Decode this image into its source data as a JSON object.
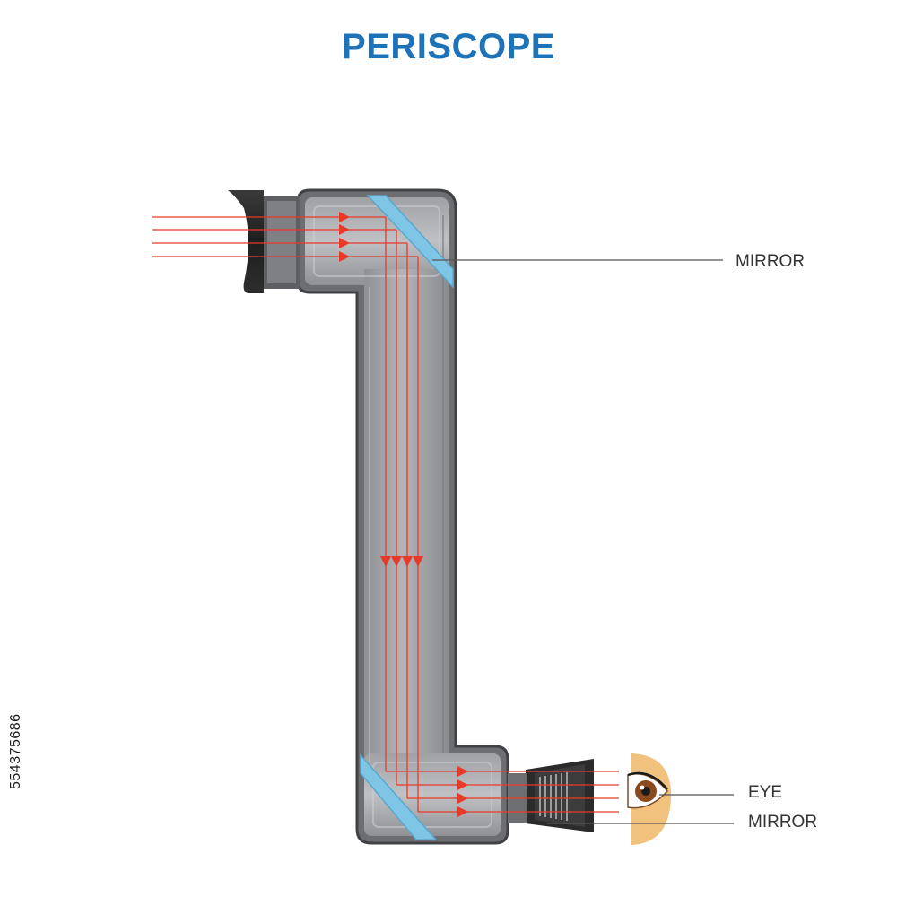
{
  "title": "PERISCOPE",
  "labels": {
    "mirror_top": "MIRROR",
    "eye": "EYE",
    "mirror_bottom": "MIRROR"
  },
  "side_id": "554375686",
  "colors": {
    "title": "#1d72b8",
    "tube_fill": "#9a9ca0",
    "tube_border": "#4a4c50",
    "mirror": "#7fc6e6",
    "light_ray": "#e83a2a",
    "eyepiece": "#2b2b2b",
    "skin": "#f1c27d"
  },
  "icons": [
    "eye-icon",
    "mirror-icon",
    "eyepiece-icon",
    "objective-lens-icon"
  ]
}
